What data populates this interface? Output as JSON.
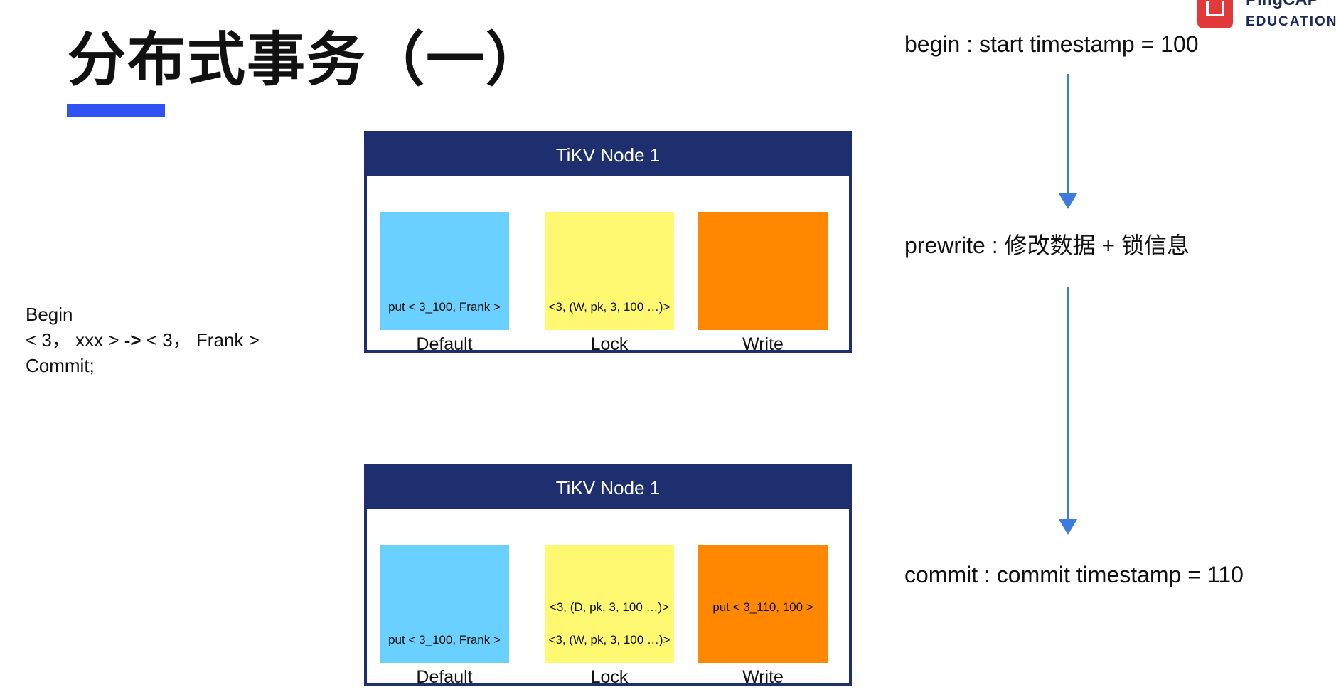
{
  "title": "分布式事务（一）",
  "logo": {
    "name": "PingCAP",
    "sub": "EDUCATION"
  },
  "transaction": {
    "line1": "Begin",
    "line2_left": "< 3， xxx >",
    "line2_arrow": "->",
    "line2_right": "< 3， Frank >",
    "line3": "Commit;"
  },
  "nodes": [
    {
      "header": "TiKV Node 1",
      "default_label": "Default",
      "lock_label": "Lock",
      "write_label": "Write",
      "default_entries": [
        "put < 3_100, Frank >"
      ],
      "lock_entries": [
        "<3, (W, pk, 3, 100 …)>"
      ],
      "write_entries": []
    },
    {
      "header": "TiKV Node 1",
      "default_label": "Default",
      "lock_label": "Lock",
      "write_label": "Write",
      "default_entries": [
        "put < 3_100, Frank >"
      ],
      "lock_entries": [
        "<3, (D, pk, 3, 100 …)>",
        "<3, (W, pk, 3, 100 …)>"
      ],
      "write_entries": [
        "put < 3_110, 100 >"
      ]
    }
  ],
  "timeline": {
    "begin": "begin : start timestamp = 100",
    "prewrite": "prewrite : 修改数据 + 锁信息",
    "commit": "commit : commit timestamp = 110"
  },
  "colors": {
    "node_header": "#1d2f6e",
    "default_cf": "#69d0ff",
    "lock_cf": "#fff870",
    "write_cf": "#ff8800",
    "timeline_arrow": "#3e7be0",
    "title_underline": "#2f52f5"
  }
}
